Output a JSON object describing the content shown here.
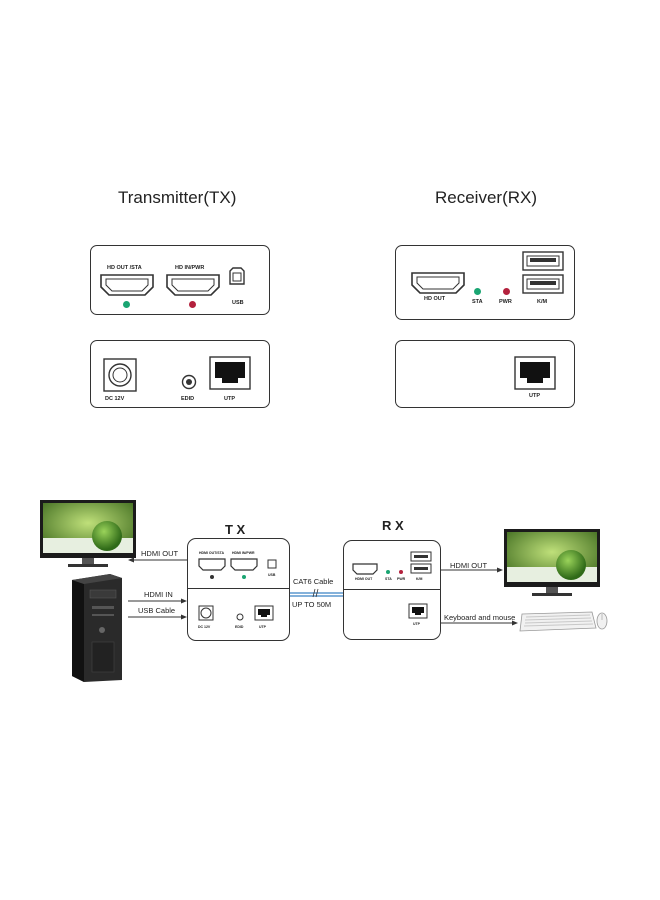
{
  "top": {
    "tx_title": "Transmitter(TX)",
    "rx_title": "Receiver(RX)",
    "tx_front": {
      "hd_out_sta": "HD OUT /STA",
      "hd_in_pwr": "HD IN/PWR",
      "usb": "USB"
    },
    "tx_back": {
      "dc": "DC 12V",
      "edid": "EDID",
      "utp": "UTP"
    },
    "rx_front": {
      "hd_out": "HD  OUT",
      "sta": "STA",
      "pwr": "PWR",
      "km": "K/M"
    },
    "rx_back": {
      "utp": "UTP"
    }
  },
  "bottom": {
    "tx_label": "T X",
    "rx_label": "R X",
    "hdmi_out_left": "HDMI OUT",
    "hdmi_in": "HDMI IN",
    "usb_cable": "USB Cable",
    "cat6_cable": "CAT6 Cable",
    "up_to": "UP TO 50M",
    "hdmi_out_right": "HDMI OUT",
    "keyboard_mouse": "Keyboard and mouse",
    "mini_tx_front": {
      "hd_out": "HDMI OUT/STA",
      "hd_in": "HDMI IN/PWR",
      "usb": "USB"
    },
    "mini_tx_back": {
      "dc": "DC 12V",
      "edid": "EDID",
      "utp": "UTP"
    },
    "mini_rx_front": {
      "hd_out": "HDMI OUT",
      "sta": "STA",
      "pwr": "PWR",
      "km": "K/M"
    },
    "mini_rx_back": {
      "utp": "UTP"
    }
  },
  "colors": {
    "led_green": "#1aa572",
    "led_red": "#b3213d",
    "line": "#333333",
    "link_blue": "#3b82c4"
  }
}
